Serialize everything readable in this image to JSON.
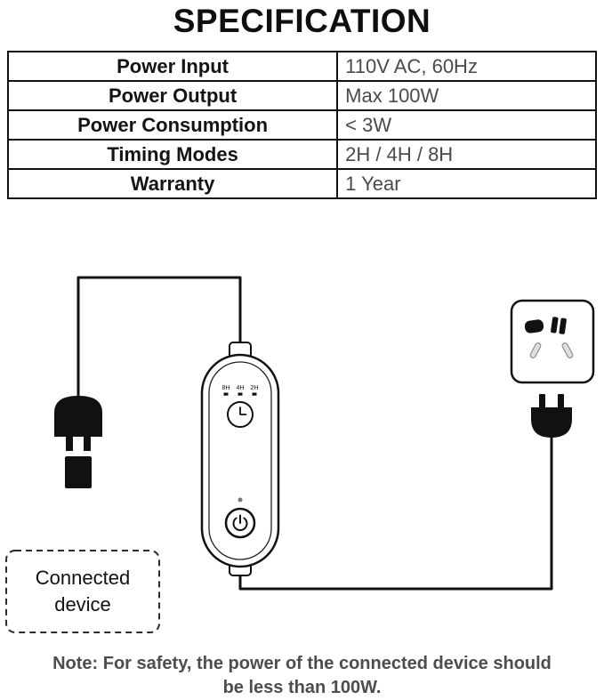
{
  "title": "SPECIFICATION",
  "spec_table": {
    "rows": [
      {
        "label": "Power Input",
        "value": "110V AC, 60Hz"
      },
      {
        "label": "Power Output",
        "value": "Max 100W"
      },
      {
        "label": "Power Consumption",
        "value": "< 3W"
      },
      {
        "label": "Timing Modes",
        "value": "2H / 4H / 8H"
      },
      {
        "label": "Warranty",
        "value": "1 Year"
      }
    ]
  },
  "diagram": {
    "timer_led_labels": [
      "8H",
      "4H",
      "2H"
    ],
    "connected_device": {
      "line1": "Connected",
      "line2": "device"
    }
  },
  "note": {
    "line1": "Note: For safety, the power of the connected device should",
    "line2": "be less than 100W."
  },
  "colors": {
    "line": "#111111",
    "text_primary": "#141414",
    "text_secondary": "#4a4a4a",
    "note_text": "#4d4d4d"
  }
}
